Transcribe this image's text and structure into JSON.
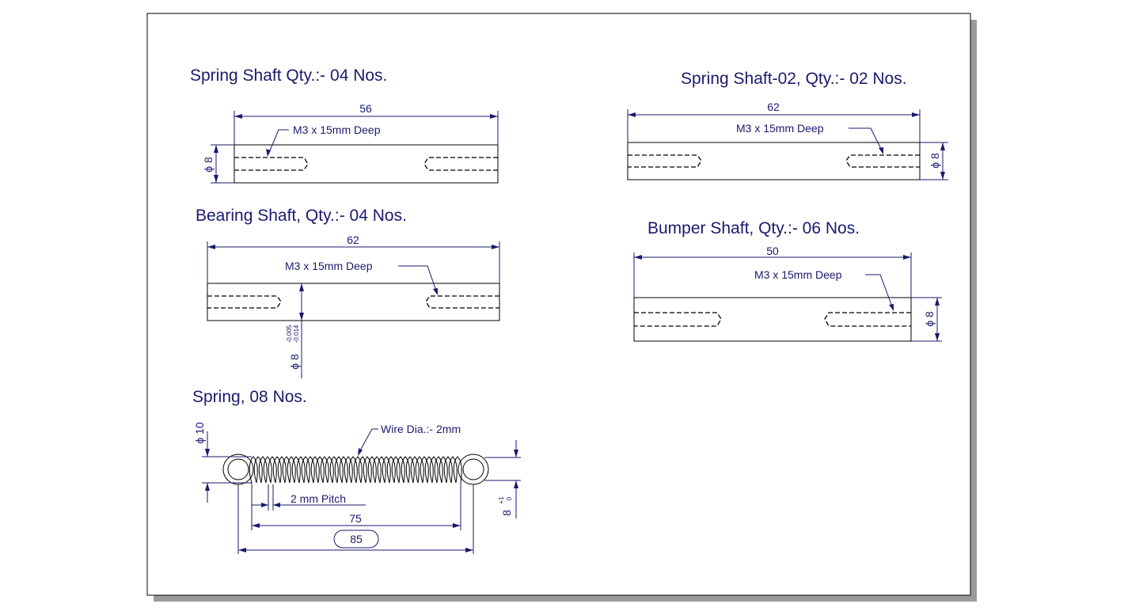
{
  "drawing": {
    "colors": {
      "text": "#1a1a6e",
      "line": "#000000",
      "shadow": "#9a9a9a",
      "sheet": "#ffffff"
    },
    "views": {
      "spring_shaft": {
        "title": "Spring Shaft Qty.:- 04 Nos.",
        "length_dim": "56",
        "dia_dim": "ϕ 8",
        "note": "M3 x 15mm Deep"
      },
      "spring_shaft_02": {
        "title": "Spring Shaft-02, Qty.:- 02 Nos.",
        "length_dim": "62",
        "dia_dim": "ϕ 8",
        "note": "M3 x 15mm Deep"
      },
      "bearing_shaft": {
        "title": "Bearing Shaft, Qty.:- 04 Nos.",
        "length_dim": "62",
        "dia_dim": "ϕ 8",
        "tol_upper": "-0.005",
        "tol_lower": "-0.014",
        "note": "M3 x 15mm Deep"
      },
      "bumper_shaft": {
        "title": "Bumper Shaft, Qty.:- 06 Nos.",
        "length_dim": "50",
        "dia_dim": "ϕ 8",
        "note": "M3 x 15mm Deep"
      },
      "spring": {
        "title": "Spring, 08 Nos.",
        "dia_dim": "ϕ 10",
        "wire_note": "Wire Dia.:- 2mm",
        "pitch_note": "2  mm Pitch",
        "body_dim": "75",
        "total_dim": "85",
        "hook_dim": "8",
        "hook_tol_upper": "+1",
        "hook_tol_lower": "0"
      }
    }
  }
}
